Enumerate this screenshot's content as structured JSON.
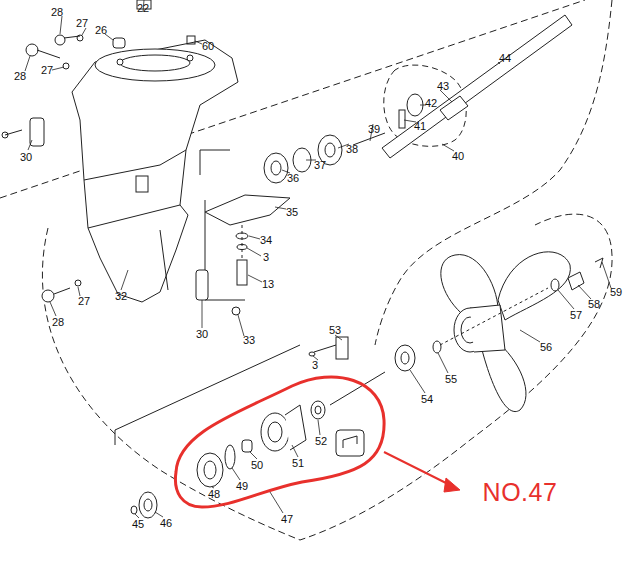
{
  "diagram": {
    "labels": [
      "22",
      "28",
      "27",
      "26",
      "60",
      "28",
      "27",
      "44",
      "43",
      "42",
      "41",
      "39",
      "38",
      "37",
      "36",
      "40",
      "30",
      "35",
      "34",
      "3",
      "13",
      "27",
      "28",
      "32",
      "30",
      "33",
      "53",
      "3",
      "59",
      "58",
      "57",
      "56",
      "55",
      "54",
      "52",
      "51",
      "50",
      "49",
      "48",
      "46",
      "45",
      "47",
      "NO.47"
    ]
  }
}
